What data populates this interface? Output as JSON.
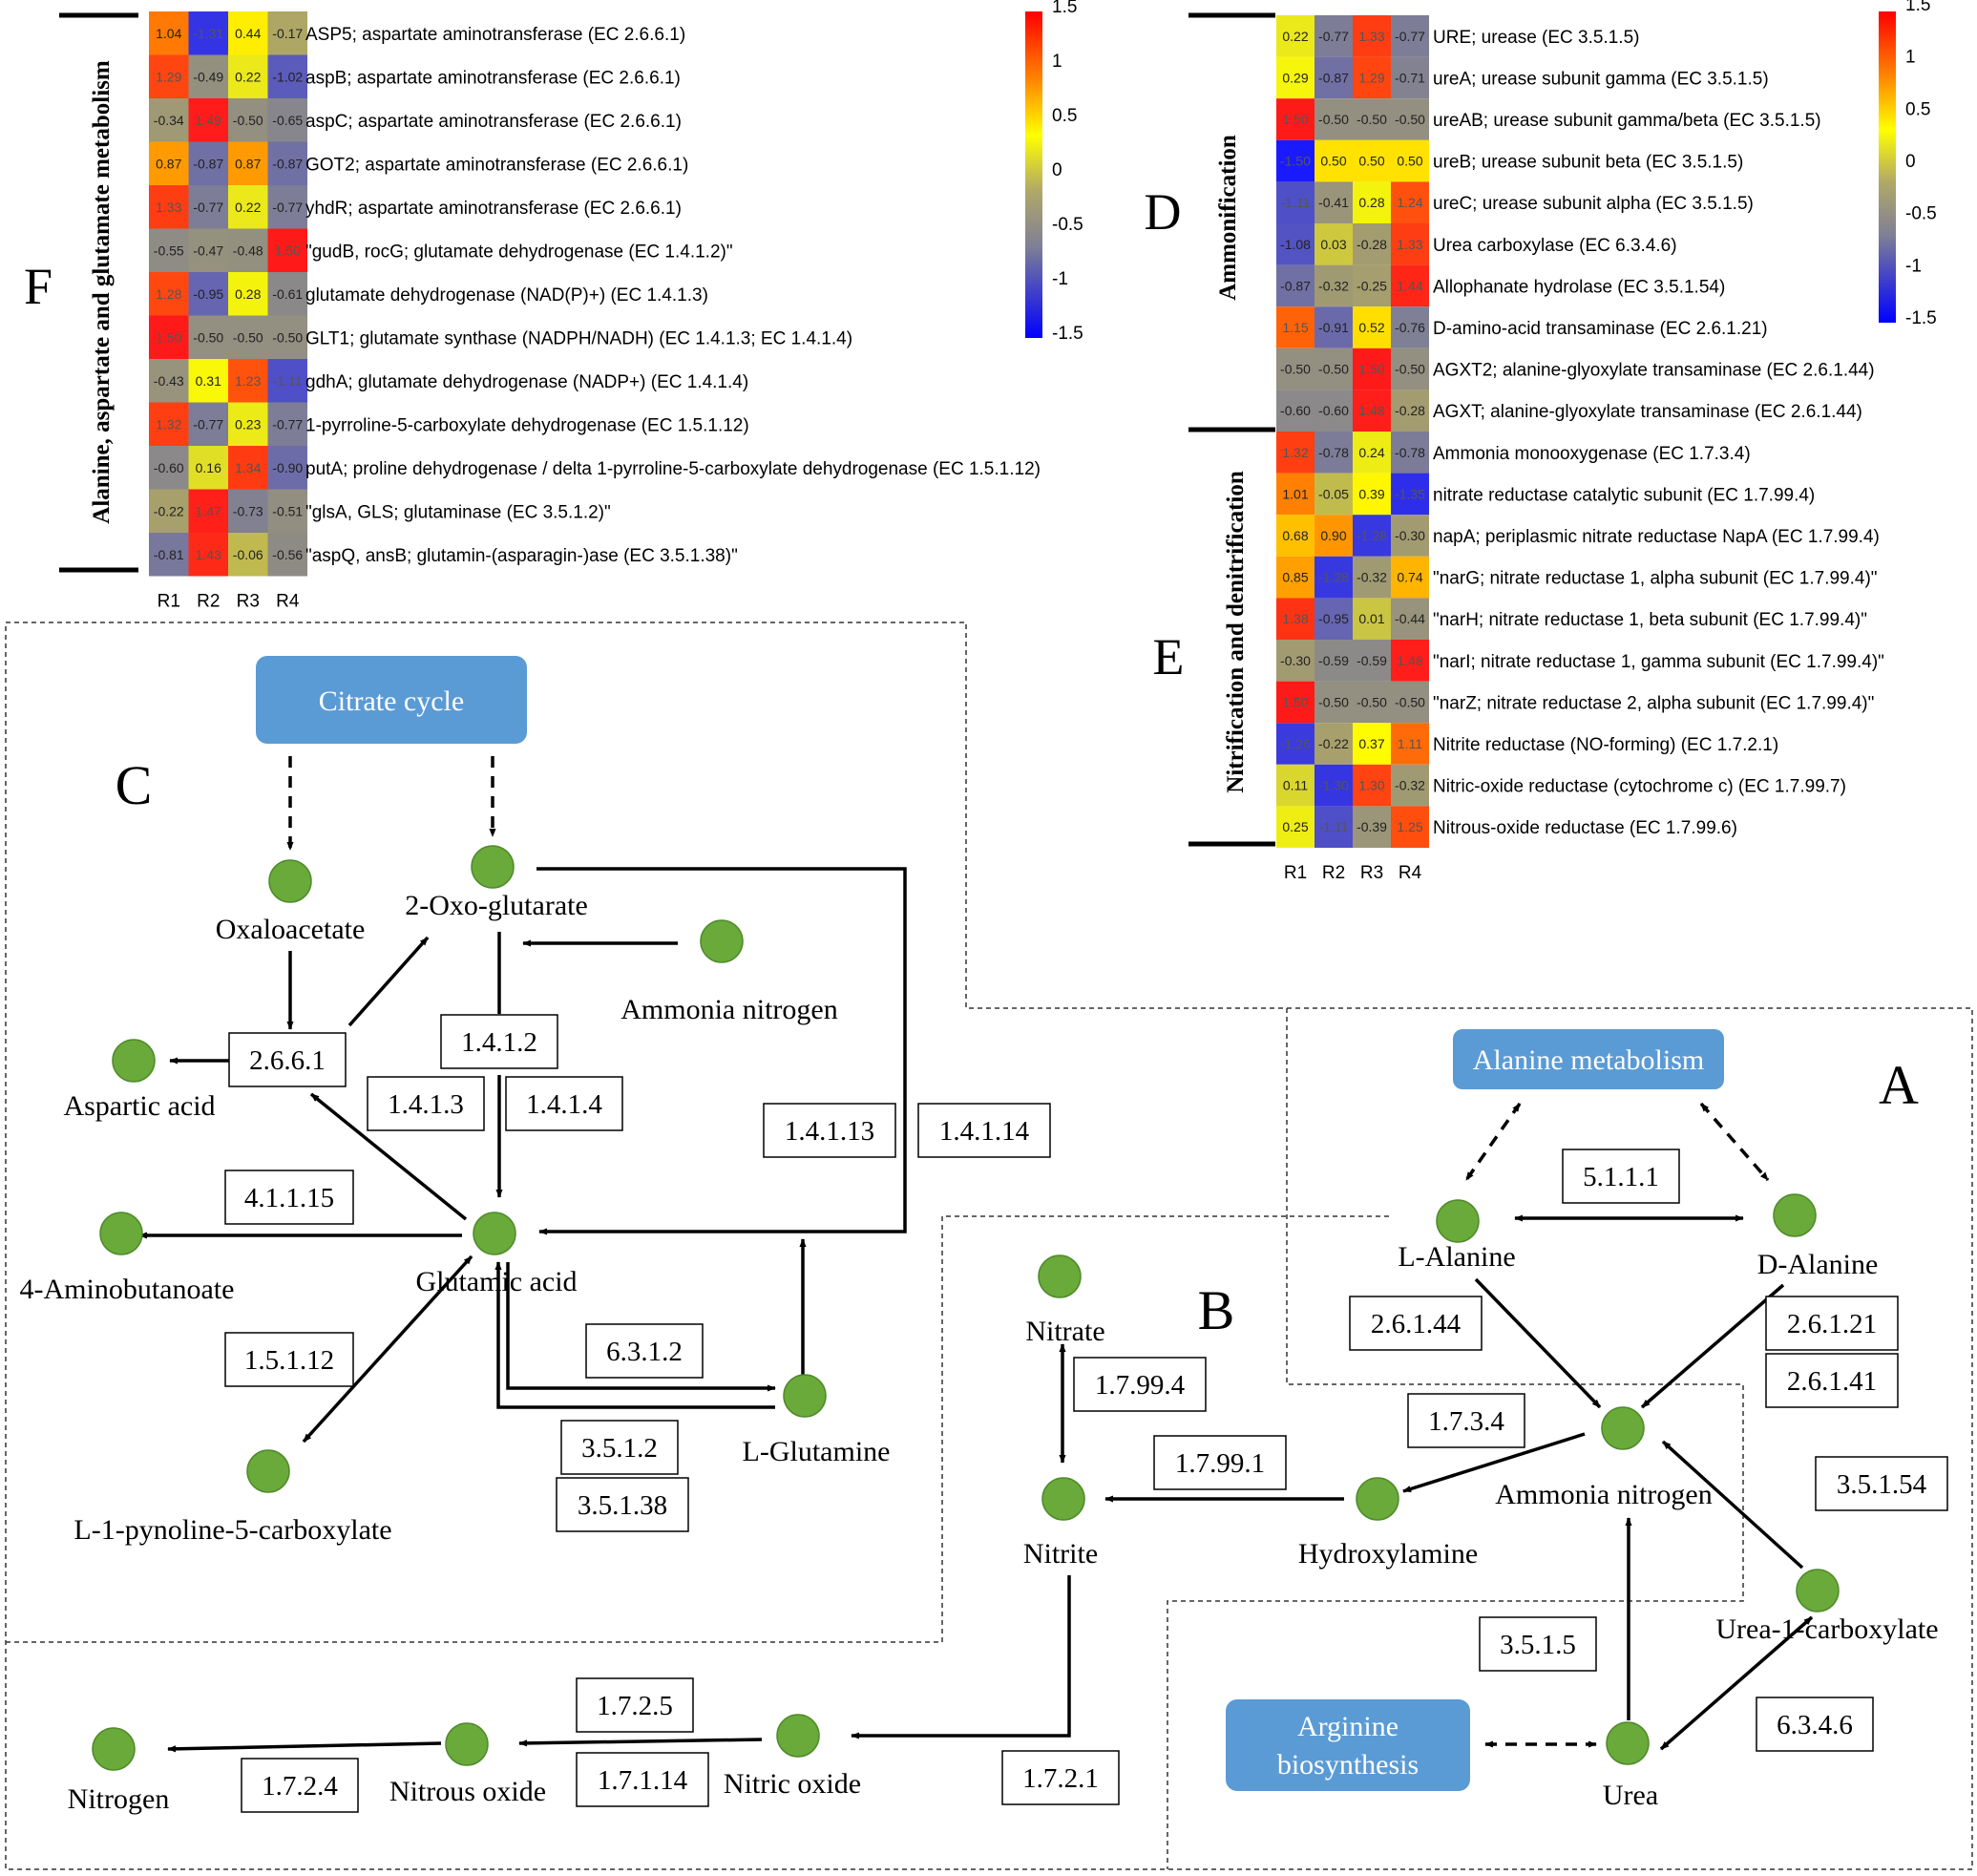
{
  "colors": {
    "red": "#ff1a1a",
    "orange": "#ff8c00",
    "yellow": "#ffff00",
    "olive": "#a9a16a",
    "grey": "#808094",
    "blue": "#1a1aff",
    "node_green": "#6aaa3a",
    "node_stroke": "#4f8a2a",
    "box_blue": "#5b9bd5"
  },
  "heatmap_f": {
    "panel_letter": "F",
    "group_label": "Alanine, aspartate and glutamate metabolism",
    "columns": [
      "R1",
      "R2",
      "R3",
      "R4"
    ],
    "rows": [
      {
        "label": "ASP5; aspartate aminotransferase  (EC 2.6.6.1)",
        "values": [
          "1.04",
          "-1.31",
          "0.44",
          "-0.17"
        ]
      },
      {
        "label": "aspB; aspartate aminotransferase (EC 2.6.6.1)",
        "values": [
          "1.29",
          "-0.49",
          "0.22",
          "-1.02"
        ]
      },
      {
        "label": "aspC; aspartate aminotransferase  (EC 2.6.6.1)",
        "values": [
          "-0.34",
          "1.49",
          "-0.50",
          "-0.65"
        ]
      },
      {
        "label": "GOT2; aspartate aminotransferase  (EC 2.6.6.1)",
        "values": [
          "0.87",
          "-0.87",
          "0.87",
          "-0.87"
        ]
      },
      {
        "label": "yhdR; aspartate aminotransferase  (EC 2.6.6.1)",
        "values": [
          "1.33",
          "-0.77",
          "0.22",
          "-0.77"
        ]
      },
      {
        "label": "\"gudB, rocG; glutamate dehydrogenase (EC 1.4.1.2)\"",
        "values": [
          "-0.55",
          "-0.47",
          "-0.48",
          "1.50"
        ]
      },
      {
        "label": "glutamate dehydrogenase (NAD(P)+)  (EC 1.4.1.3)",
        "values": [
          "1.28",
          "-0.95",
          "0.28",
          "-0.61"
        ]
      },
      {
        "label": "GLT1; glutamate synthase (NADPH/NADH) (EC 1.4.1.3; EC 1.4.1.4)",
        "values": [
          "1.50",
          "-0.50",
          "-0.50",
          "-0.50"
        ]
      },
      {
        "label": "gdhA; glutamate dehydrogenase (NADP+) (EC 1.4.1.4)",
        "values": [
          "-0.43",
          "0.31",
          "1.23",
          "-1.11"
        ]
      },
      {
        "label": "1-pyrroline-5-carboxylate dehydrogenase (EC 1.5.1.12)",
        "values": [
          "1.32",
          "-0.77",
          "0.23",
          "-0.77"
        ]
      },
      {
        "label": "putA; proline dehydrogenase / delta 1-pyrroline-5-carboxylate dehydrogenase (EC 1.5.1.12)",
        "values": [
          "-0.60",
          "0.16",
          "1.34",
          "-0.90"
        ]
      },
      {
        "label": "\"glsA, GLS; glutaminase (EC 3.5.1.2)\"",
        "values": [
          "-0.22",
          "1.47",
          "-0.73",
          "-0.51"
        ]
      },
      {
        "label": "\"aspQ, ansB; glutamin-(asparagin-)ase (EC 3.5.1.38)\"",
        "values": [
          "-0.81",
          "1.43",
          "-0.06",
          "-0.56"
        ]
      }
    ]
  },
  "heatmap_de": {
    "panel_letter_d": "D",
    "panel_letter_e": "E",
    "group_label_d": "Ammonification",
    "group_label_e": "Nitrification and denitrification",
    "columns": [
      "R1",
      "R2",
      "R3",
      "R4"
    ],
    "rows": [
      {
        "label": "URE; urease (EC 3.5.1.5)",
        "values": [
          "0.22",
          "-0.77",
          "1.33",
          "-0.77"
        ]
      },
      {
        "label": "ureA; urease subunit gamma (EC 3.5.1.5)",
        "values": [
          "0.29",
          "-0.87",
          "1.29",
          "-0.71"
        ]
      },
      {
        "label": "ureAB; urease subunit gamma/beta (EC 3.5.1.5)",
        "values": [
          "1.50",
          "-0.50",
          "-0.50",
          "-0.50"
        ]
      },
      {
        "label": "ureB; urease subunit beta (EC 3.5.1.5)",
        "values": [
          "-1.50",
          "0.50",
          "0.50",
          "0.50"
        ]
      },
      {
        "label": "ureC; urease subunit alpha (EC 3.5.1.5)",
        "values": [
          "-1.11",
          "-0.41",
          "0.28",
          "1.24"
        ]
      },
      {
        "label": "Urea carboxylase (EC 6.3.4.6)",
        "values": [
          "-1.08",
          "0.03",
          "-0.28",
          "1.33"
        ]
      },
      {
        "label": "Allophanate hydrolase (EC 3.5.1.54)",
        "values": [
          "-0.87",
          "-0.32",
          "-0.25",
          "1.44"
        ]
      },
      {
        "label": "D-amino-acid transaminase (EC 2.6.1.21)",
        "values": [
          "1.15",
          "-0.91",
          "0.52",
          "-0.76"
        ]
      },
      {
        "label": "AGXT2; alanine-glyoxylate transaminase (EC 2.6.1.44)",
        "values": [
          "-0.50",
          "-0.50",
          "1.50",
          "-0.50"
        ]
      },
      {
        "label": "AGXT; alanine-glyoxylate transaminase (EC 2.6.1.44)",
        "values": [
          "-0.60",
          "-0.60",
          "1.48",
          "-0.28"
        ]
      },
      {
        "label": "Ammonia monooxygenase (EC 1.7.3.4)",
        "values": [
          "1.32",
          "-0.78",
          "0.24",
          "-0.78"
        ]
      },
      {
        "label": "nitrate reductase catalytic subunit (EC 1.7.99.4)",
        "values": [
          "1.01",
          "-0.05",
          "0.39",
          "-1.35"
        ]
      },
      {
        "label": "napA; periplasmic nitrate reductase NapA (EC 1.7.99.4)",
        "values": [
          "0.68",
          "0.90",
          "-1.28",
          "-0.30"
        ]
      },
      {
        "label": "\"narG; nitrate reductase 1, alpha subunit (EC 1.7.99.4)\"",
        "values": [
          "0.85",
          "-1.28",
          "-0.32",
          "0.74"
        ]
      },
      {
        "label": "\"narH; nitrate reductase 1, beta subunit (EC 1.7.99.4)\"",
        "values": [
          "1.38",
          "-0.95",
          "0.01",
          "-0.44"
        ]
      },
      {
        "label": "\"narI; nitrate reductase 1, gamma subunit (EC 1.7.99.4)\"",
        "values": [
          "-0.30",
          "-0.59",
          "-0.59",
          "1.48"
        ]
      },
      {
        "label": "\"narZ; nitrate reductase 2, alpha subunit (EC 1.7.99.4)\"",
        "values": [
          "1.50",
          "-0.50",
          "-0.50",
          "-0.50"
        ]
      },
      {
        "label": "Nitrite reductase (NO-forming) (EC 1.7.2.1)",
        "values": [
          "-1.26",
          "-0.22",
          "0.37",
          "1.11"
        ]
      },
      {
        "label": "Nitric-oxide reductase (cytochrome c) (EC 1.7.99.7)",
        "values": [
          "0.11",
          "-1.30",
          "1.30",
          "-0.32"
        ]
      },
      {
        "label": "Nitrous-oxide reductase (EC 1.7.99.6)",
        "values": [
          "0.25",
          "-1.11",
          "-0.39",
          "1.25"
        ]
      }
    ]
  },
  "colorbar_ticks": [
    "1.5",
    "1",
    "0.5",
    "0",
    "-0.5",
    "-1",
    "-1.5"
  ],
  "pathway": {
    "panel_c": "C",
    "panel_b": "B",
    "panel_a": "A",
    "category_boxes": {
      "citrate": "Citrate cycle",
      "alanine": "Alanine metabolism",
      "arginine_1": "Arginine",
      "arginine_2": "biosynthesis"
    },
    "nodes": {
      "oxaloacetate": "Oxaloacetate",
      "oxoglutarate": "2-Oxo-glutarate",
      "ammonia_c": "Ammonia nitrogen",
      "aspartic": "Aspartic acid",
      "aminobutanoate": "4-Aminobutanoate",
      "glutamic": "Glutamic acid",
      "glutamine": "L-Glutamine",
      "pyrroline": "L-1-pynoline-5-carboxylate",
      "nitrate": "Nitrate",
      "nitrite": "Nitrite",
      "hydroxylamine": "Hydroxylamine",
      "ammonia_a": "Ammonia nitrogen",
      "l_alanine": "L-Alanine",
      "d_alanine": "D-Alanine",
      "urea_carboxylate": "Urea-1-carboxylate",
      "urea": "Urea",
      "nitric_oxide": "Nitric oxide",
      "nitrous_oxide": "Nitrous oxide",
      "nitrogen": "Nitrogen"
    },
    "enzymes": {
      "e2661": "2.6.6.1",
      "e1412": "1.4.1.2",
      "e1413": "1.4.1.3",
      "e1414": "1.4.1.4",
      "e14113": "1.4.1.13",
      "e14114": "1.4.1.14",
      "e41115": "4.1.1.15",
      "e15112": "1.5.1.12",
      "e6312": "6.3.1.2",
      "e3512": "3.5.1.2",
      "e35138": "3.5.1.38",
      "e1799_4": "1.7.99.4",
      "e1799_1": "1.7.99.1",
      "e1734": "1.7.3.4",
      "e5111": "5.1.1.1",
      "e26144": "2.6.1.44",
      "e26121": "2.6.1.21",
      "e26141": "2.6.1.41",
      "e35154": "3.5.1.54",
      "e3515": "3.5.1.5",
      "e6346": "6.3.4.6",
      "e1725": "1.7.2.5",
      "e17114": "1.7.1.14",
      "e1721": "1.7.2.1",
      "e1724": "1.7.2.4"
    }
  }
}
